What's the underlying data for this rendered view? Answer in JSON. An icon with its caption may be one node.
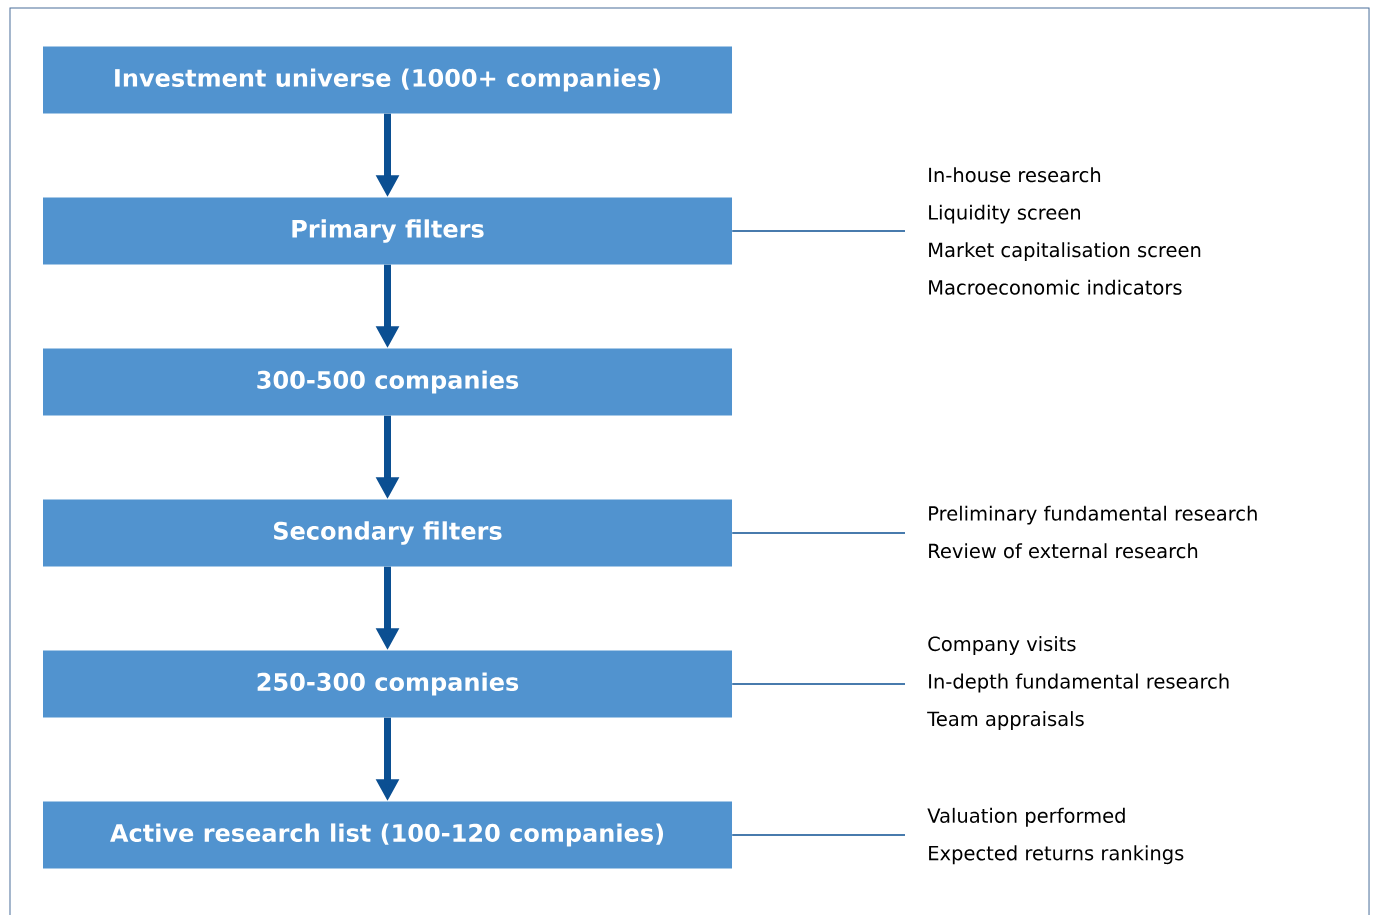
{
  "diagram": {
    "nodes": [
      {
        "text": [
          "Investment universe (1000+ companies)"
        ]
      },
      {
        "text": [
          "Primary filters"
        ]
      },
      {
        "text": [
          "300-500 companies"
        ]
      },
      {
        "text": [
          "Secondary filters"
        ]
      },
      {
        "text": [
          "250-300 companies"
        ]
      },
      {
        "text": [
          "Active research list (100-120 companies)"
        ]
      },
      {
        "text": [
          "In-house research",
          "Liquidity screen",
          "Market capitalisation screen",
          "Macroeconomic indicators"
        ]
      },
      {
        "text": [
          "Preliminary fundamental research",
          "Review of external research"
        ]
      },
      {
        "text": [
          "Company visits",
          "In-depth fundamental research",
          "Team appraisals"
        ]
      },
      {
        "text": [
          "Valuation performed",
          "Expected returns rankings"
        ]
      }
    ],
    "edges": [
      {
        "from": 0,
        "to": 1,
        "arrow": "to"
      },
      {
        "from": 1,
        "to": 2,
        "arrow": "to"
      },
      {
        "from": 2,
        "to": 3,
        "arrow": "to"
      },
      {
        "from": 3,
        "to": 4,
        "arrow": "to"
      },
      {
        "from": 4,
        "to": 5,
        "arrow": "to"
      },
      {
        "from": 1,
        "to": 6,
        "arrow": "none"
      },
      {
        "from": 3,
        "to": 7,
        "arrow": "none"
      },
      {
        "from": 4,
        "to": 8,
        "arrow": "none"
      },
      {
        "from": 5,
        "to": 9,
        "arrow": "none"
      }
    ]
  }
}
